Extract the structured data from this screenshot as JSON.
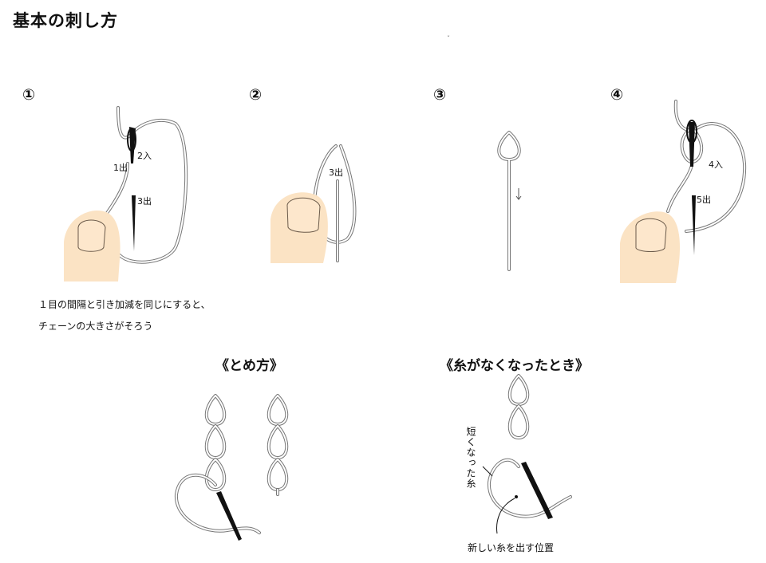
{
  "title": "基本の刺し方",
  "top_mark": "ˇ",
  "steps": [
    {
      "num": "①",
      "labels": [
        "1出",
        "2入",
        "3出"
      ]
    },
    {
      "num": "②",
      "labels": [
        "3出"
      ]
    },
    {
      "num": "③",
      "labels": []
    },
    {
      "num": "④",
      "labels": [
        "4入",
        "5出"
      ]
    }
  ],
  "note": {
    "line1": "１目の間隔と引き加減を同じにすると、",
    "line2": "チェーンの大きさがそろう"
  },
  "finish": {
    "title": "《とめ方》"
  },
  "out_of_thread": {
    "title": "《糸がなくなったとき》",
    "short_thread_label": "短くなった糸",
    "new_thread_label": "新しい糸を出す位置"
  },
  "colors": {
    "thread": "#777777",
    "needle": "#111111",
    "thumb": "#fbe3c4"
  }
}
